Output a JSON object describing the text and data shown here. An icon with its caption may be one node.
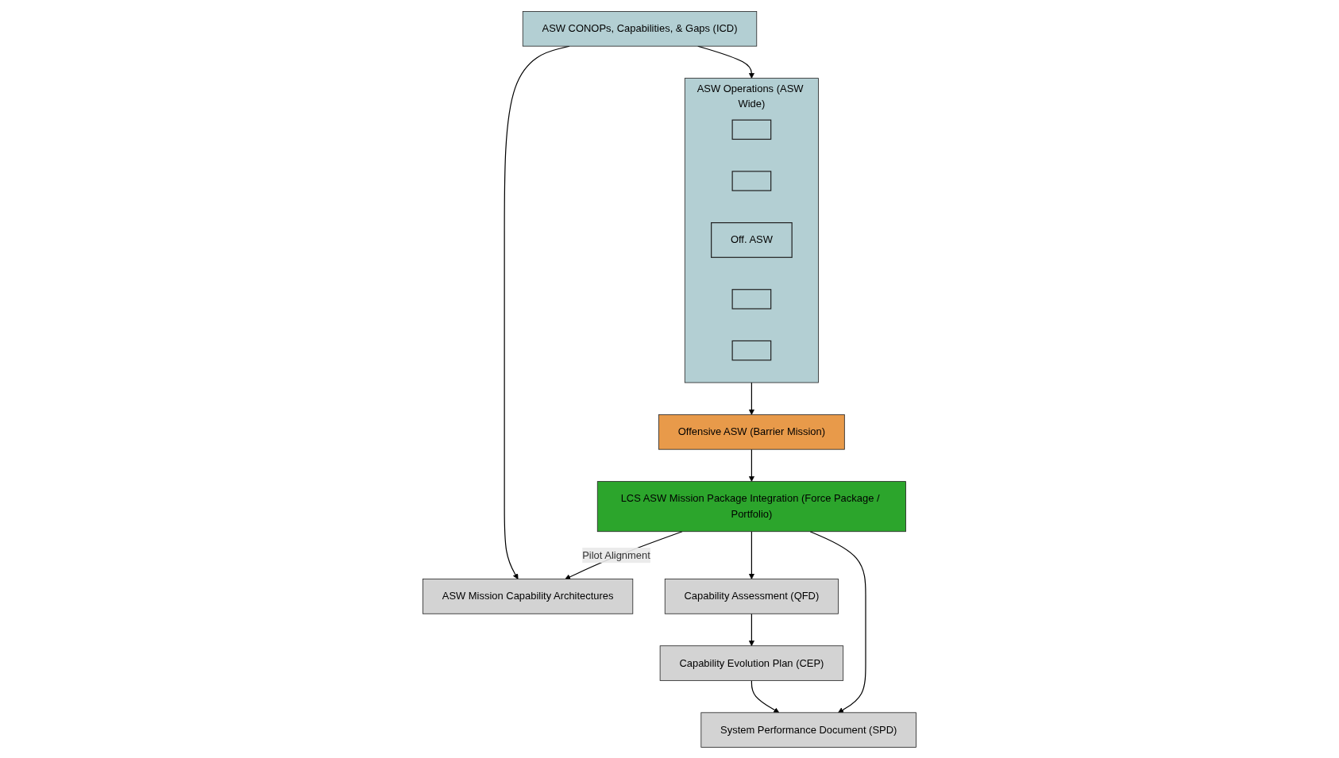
{
  "diagram": {
    "nodes": [
      {
        "text": [
          "ASW CONOPs, Capabilities, & Gaps (ICD)"
        ]
      },
      {
        "text": [
          "ASW Mission Capability Architectures"
        ]
      },
      {
        "text": [
          "ASW Operations (ASW Wide)"
        ]
      },
      {
        "text": [],
        "shape": "box",
        "in": 2
      },
      {
        "text": [],
        "shape": "box",
        "in": 2
      },
      {
        "text": [
          "Off. ASW"
        ],
        "in": 2
      },
      {
        "text": [],
        "shape": "box",
        "in": 2
      },
      {
        "text": [],
        "shape": "box",
        "in": 2
      },
      {
        "text": [
          "Capability Assessment (QFD)"
        ]
      },
      {
        "text": [
          "Offensive ASW (Barrier Mission)"
        ]
      },
      {
        "text": [
          "Capability Evolution Plan (CEP)"
        ]
      },
      {
        "text": [
          "LCS ASW Mission Package Integration (Force Package / Portfolio)"
        ]
      },
      {
        "text": [
          "System Performance Document (SPD)"
        ]
      }
    ],
    "edges": [
      {
        "from": 0,
        "to": 1,
        "arrow": "to"
      },
      {
        "from": 0,
        "to": 2,
        "arrow": "to"
      },
      {
        "from": 2,
        "to": 9,
        "arrow": "to"
      },
      {
        "from": 9,
        "to": 11,
        "arrow": "to"
      },
      {
        "from": 11,
        "to": 1,
        "arrow": "to",
        "label": "Pilot Alignment"
      },
      {
        "from": 11,
        "to": 8,
        "arrow": "to"
      },
      {
        "from": 8,
        "to": 10,
        "arrow": "to"
      },
      {
        "from": 10,
        "to": 12,
        "arrow": "to"
      },
      {
        "from": 11,
        "to": 12,
        "arrow": "to"
      }
    ]
  }
}
